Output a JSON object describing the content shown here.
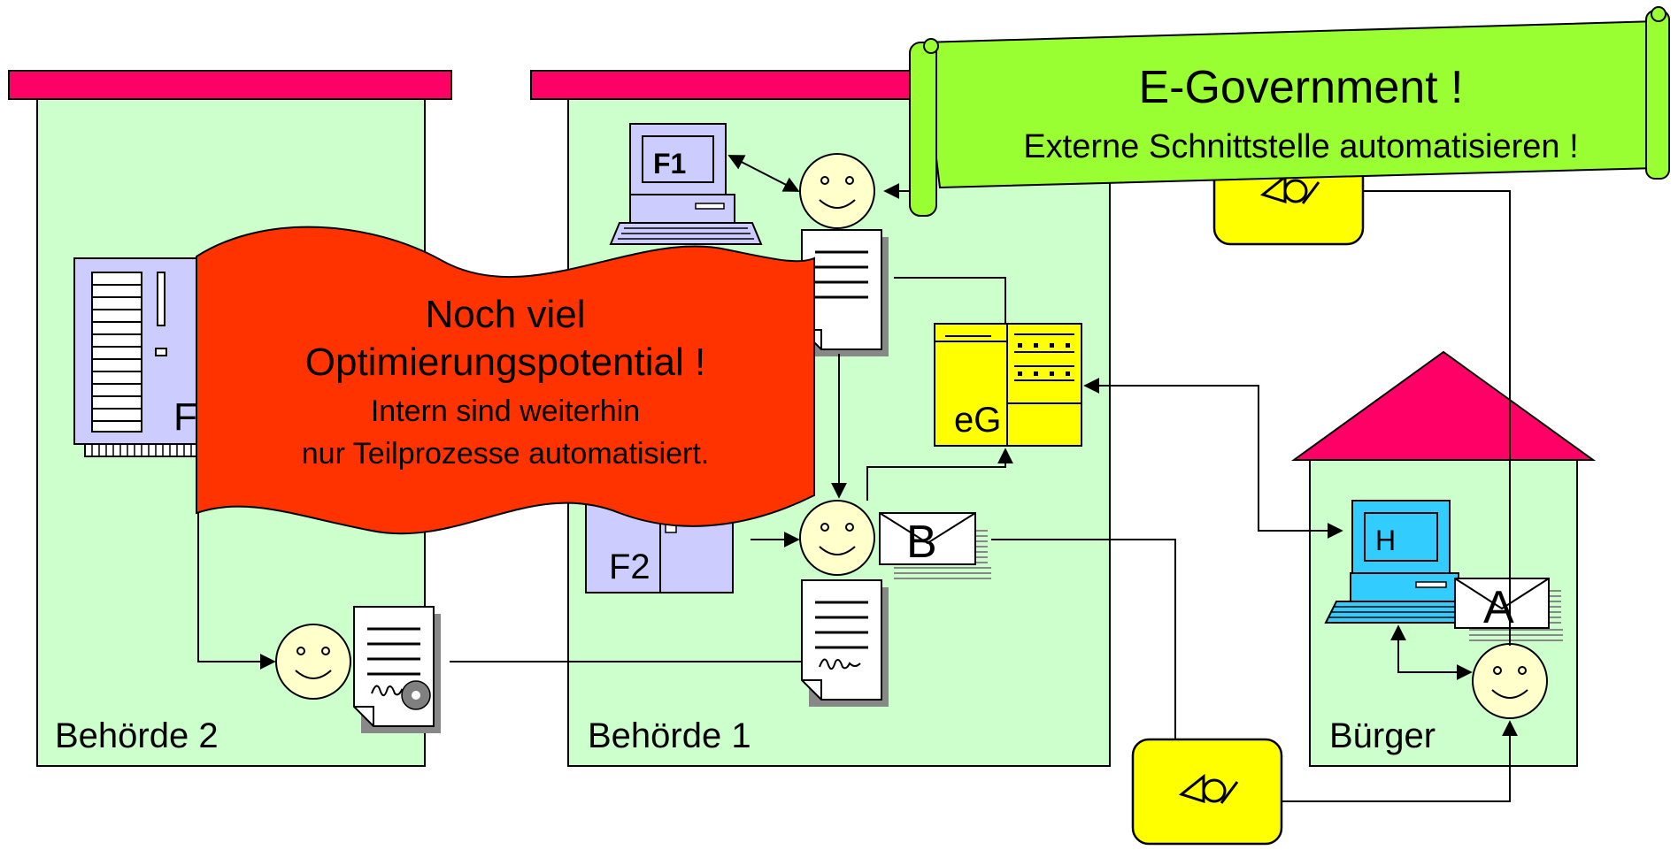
{
  "labels": {
    "behoerde2": "Behörde 2",
    "behoerde1": "Behörde 1",
    "buerger": "Bürger",
    "f1": "F1",
    "f2": "F2",
    "f_server": "F",
    "eg": "eG",
    "h": "H",
    "letter_b": "B",
    "letter_a": "A"
  },
  "banner_red": {
    "line1": "Noch viel",
    "line2": "Optimierungspotential !",
    "line3": "Intern sind weiterhin",
    "line4": "nur Teilprozesse automatisiert."
  },
  "banner_green": {
    "title": "E-Government !",
    "subtitle": "Externe Schnittstelle automatisieren !"
  },
  "colors": {
    "roof": "#ff0066",
    "building": "#ccffcc",
    "computer": "#ccccff",
    "computer_blue": "#33ccff",
    "face": "#ffffcc",
    "post": "#ffff00",
    "eg_form": "#ffff00",
    "banner_red": "#ff3300",
    "banner_green": "#99ff33"
  }
}
